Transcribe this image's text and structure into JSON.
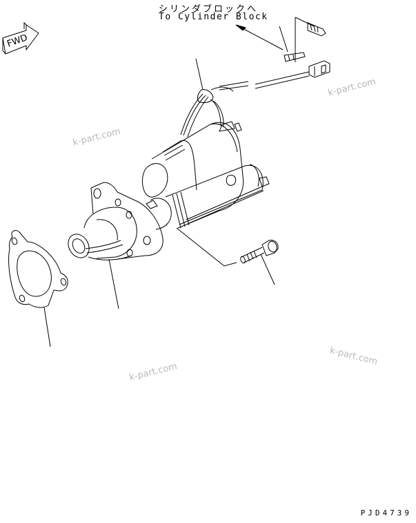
{
  "diagram": {
    "label_jp": "シリンダブロックへ",
    "label_en": "To Cylinder Block",
    "fwd_label": "FWD",
    "drawing_code": "PJD4739",
    "watermarks": [
      "k-part.com",
      "k-part.com",
      "k-part.com",
      "k-part.com"
    ],
    "parts": [
      {
        "name": "starter-motor",
        "leader_to": [
          290,
          85
        ]
      },
      {
        "name": "mounting-bolt",
        "leader_to": [
          398,
          412
        ]
      },
      {
        "name": "nose-housing",
        "leader_to": [
          170,
          445
        ]
      },
      {
        "name": "gasket",
        "leader_to": [
          72,
          500
        ]
      },
      {
        "name": "ground-wire-bracket-bolt",
        "leader_to": [
          455,
          40
        ]
      },
      {
        "name": "wire-connector",
        "leader_to": [
          480,
          100
        ]
      }
    ],
    "line_color": "#000000",
    "watermark_color": "#b8b8b8",
    "background": "#ffffff"
  }
}
